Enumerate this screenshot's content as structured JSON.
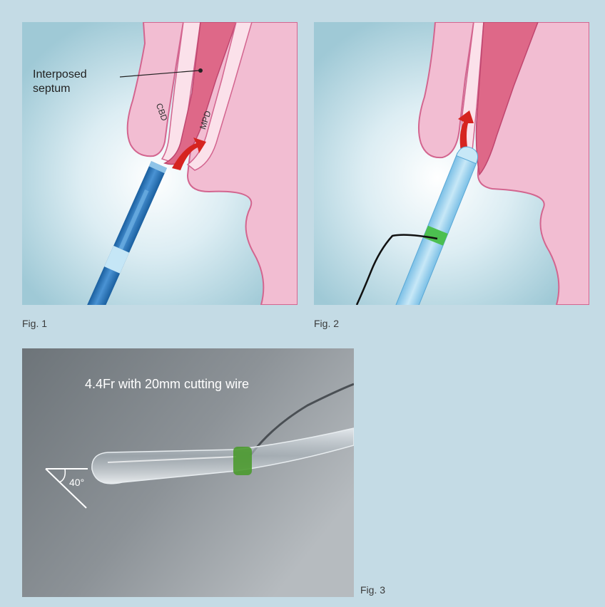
{
  "figures": [
    {
      "caption": "Fig. 1",
      "labels": {
        "septum": "Interposed\nseptum",
        "duct_left": "CBD",
        "duct_right": "MPD"
      }
    },
    {
      "caption": "Fig. 2"
    },
    {
      "caption": "Fig. 3",
      "title": "4.4Fr with 20mm cutting wire",
      "angle": "40°"
    }
  ],
  "colors": {
    "background": "#c4dbe5",
    "tissue": "#f2bdd2",
    "tissue_outline": "#d3658f",
    "duct": "#de6888",
    "arrow": "#d62420",
    "scope_dark": "#1f6fb6",
    "catheter_light": "#9fd3ef",
    "marker_band": "#4cbf50"
  }
}
